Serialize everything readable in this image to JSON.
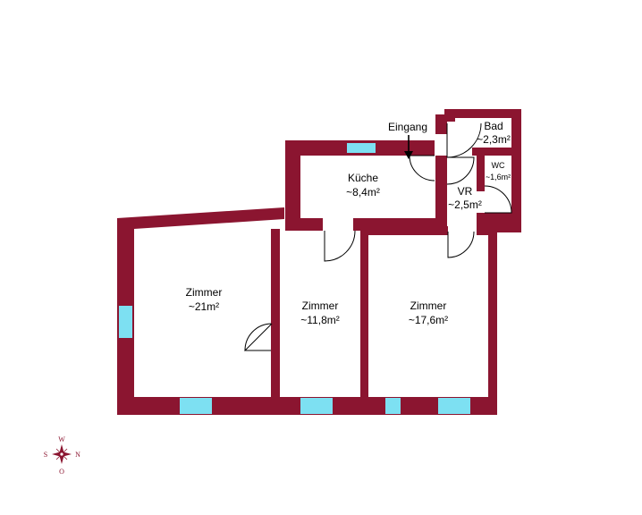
{
  "colors": {
    "wall": "#8b1530",
    "window": "#7de0f2",
    "door": "#000000",
    "background": "#ffffff"
  },
  "entrance": {
    "label": "Eingang"
  },
  "rooms": [
    {
      "id": "bad",
      "name": "Bad",
      "area": "~2,3m²"
    },
    {
      "id": "wc",
      "name": "WC",
      "area": "~1,6m²"
    },
    {
      "id": "kueche",
      "name": "Küche",
      "area": "~8,4m²"
    },
    {
      "id": "vr",
      "name": "VR",
      "area": "~2,5m²"
    },
    {
      "id": "zimmer1",
      "name": "Zimmer",
      "area": "~21m²"
    },
    {
      "id": "zimmer2",
      "name": "Zimmer",
      "area": "~11,8m²"
    },
    {
      "id": "zimmer3",
      "name": "Zimmer",
      "area": "~17,6m²"
    }
  ],
  "compass": {
    "north": "N",
    "south": "S",
    "west": "W",
    "east": "O",
    "icon": "compass-rose-icon"
  }
}
